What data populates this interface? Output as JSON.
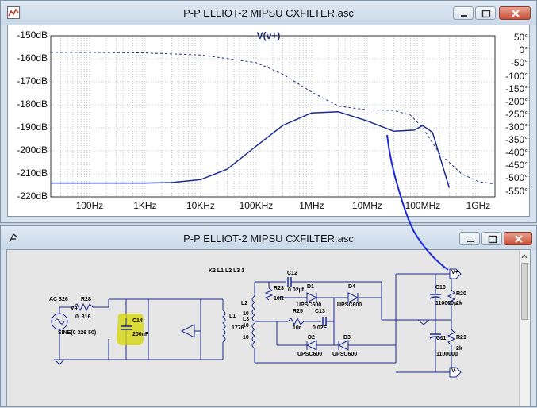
{
  "plot_window": {
    "title": "P-P ELLIOT-2 MIPSU CXFILTER.asc",
    "trace_title": "V(v+)",
    "left_axis": [
      "-150dB",
      "-160dB",
      "-170dB",
      "-180dB",
      "-190dB",
      "-200dB",
      "-210dB",
      "-220dB"
    ],
    "right_axis": [
      "50°",
      "0°",
      "-50°",
      "-100°",
      "-150°",
      "-200°",
      "-250°",
      "-300°",
      "-350°",
      "-400°",
      "-450°",
      "-500°",
      "-550°"
    ],
    "x_axis": [
      "100Hz",
      "1KHz",
      "10KHz",
      "100KHz",
      "1MHz",
      "10MHz",
      "100MHz",
      "1GHz"
    ]
  },
  "schematic_window": {
    "title": "P-P ELLIOT-2 MIPSU CXFILTER.asc",
    "labels": {
      "src1": "AC 326",
      "src2": "V4",
      "src3": "SINE(0 326 50)",
      "r28": "R28",
      "r28v": "0 .316",
      "c14": "C14",
      "c14v": "200nF",
      "k2": "K2 L1 L2 L3 1",
      "l2": "L2",
      "l1": "L1",
      "l1v": "1776",
      "l3": "L3",
      "l2n1": "10",
      "l2n2": "10",
      "l3n": "10",
      "c12": "C12",
      "c12v": "0.02µf",
      "r23": "R23",
      "r23v": "10R",
      "r25": "R25",
      "r25v": "10r",
      "c13": "C13",
      "c13v": "0.02F",
      "d1": "D1",
      "d1v": "UPSC600",
      "d4": "D4",
      "d4v": "UPSC600",
      "d2": "D2",
      "d2v": "UPSC600",
      "d3": "D3",
      "d3v": "UPSC600",
      "c10": "C10",
      "c10v": "110000µ",
      "r20": "R20",
      "r20v": "2k",
      "c11": "C11",
      "c11v": "110000µ",
      "r21": "R21",
      "r21v": "2k",
      "vplus": "V+",
      "vminus": "V-"
    }
  },
  "chart_data": {
    "type": "line",
    "title": "V(v+)",
    "xscale": "log",
    "xlim": [
      20,
      2000000000
    ],
    "ylim_left": [
      -220,
      -150
    ],
    "ylim_right": [
      -570,
      60
    ],
    "x_ticks": [
      "100Hz",
      "1KHz",
      "10KHz",
      "100KHz",
      "1MHz",
      "10MHz",
      "100MHz",
      "1GHz"
    ],
    "grid": true,
    "series": [
      {
        "axis": "left",
        "style": "solid",
        "x": [
          20,
          100,
          1000,
          3000,
          10000,
          30000,
          100000,
          300000,
          1000000,
          3000000,
          10000000,
          30000000,
          70000000,
          100000000,
          150000000,
          300000000
        ],
        "y": [
          -214,
          -214,
          -214,
          -213.8,
          -212.5,
          -208,
          -198,
          -189,
          -183.5,
          -183,
          -187,
          -191.5,
          -191,
          -189,
          -192,
          -216
        ]
      },
      {
        "axis": "right",
        "style": "dashed",
        "x": [
          20,
          100,
          1000,
          10000,
          100000,
          300000,
          1000000,
          3000000,
          10000000,
          30000000,
          60000000,
          100000000,
          200000000,
          500000000,
          1000000000,
          2000000000
        ],
        "y": [
          -5,
          -5,
          -7,
          -15,
          -45,
          -90,
          -160,
          -215,
          -230,
          -232,
          -250,
          -300,
          -400,
          -480,
          -510,
          -520
        ]
      }
    ]
  }
}
